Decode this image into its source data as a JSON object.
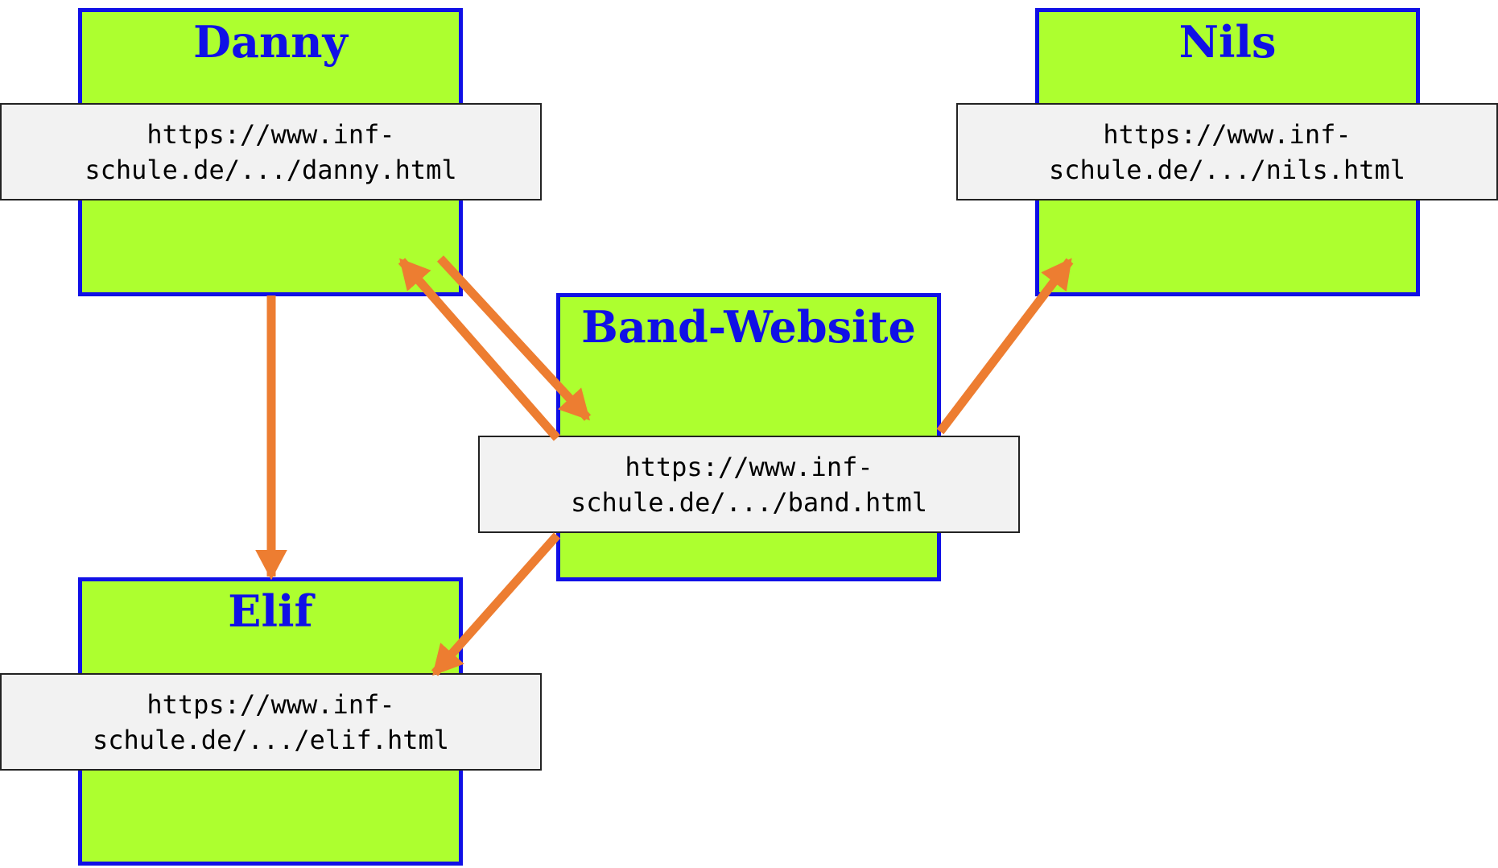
{
  "pages": {
    "danny": {
      "title": "Danny",
      "url": "https://www.inf-\nschule.de/.../danny.html"
    },
    "nils": {
      "title": "Nils",
      "url": "https://www.inf-\nschule.de/.../nils.html"
    },
    "band": {
      "title": "Band-Website",
      "url": "https://www.inf-\nschule.de/.../band.html"
    },
    "elif": {
      "title": "Elif",
      "url": "https://www.inf-\nschule.de/.../elif.html"
    }
  },
  "links": [
    {
      "from": "danny",
      "to": "elif"
    },
    {
      "from": "danny",
      "to": "band"
    },
    {
      "from": "band",
      "to": "danny"
    },
    {
      "from": "band",
      "to": "nils"
    },
    {
      "from": "band",
      "to": "elif"
    }
  ],
  "colors": {
    "page_fill": "#adff2f",
    "page_border": "#1010e6",
    "title": "#1010e6",
    "url_fill": "#f2f2f2",
    "arrow": "#ed7d31"
  }
}
